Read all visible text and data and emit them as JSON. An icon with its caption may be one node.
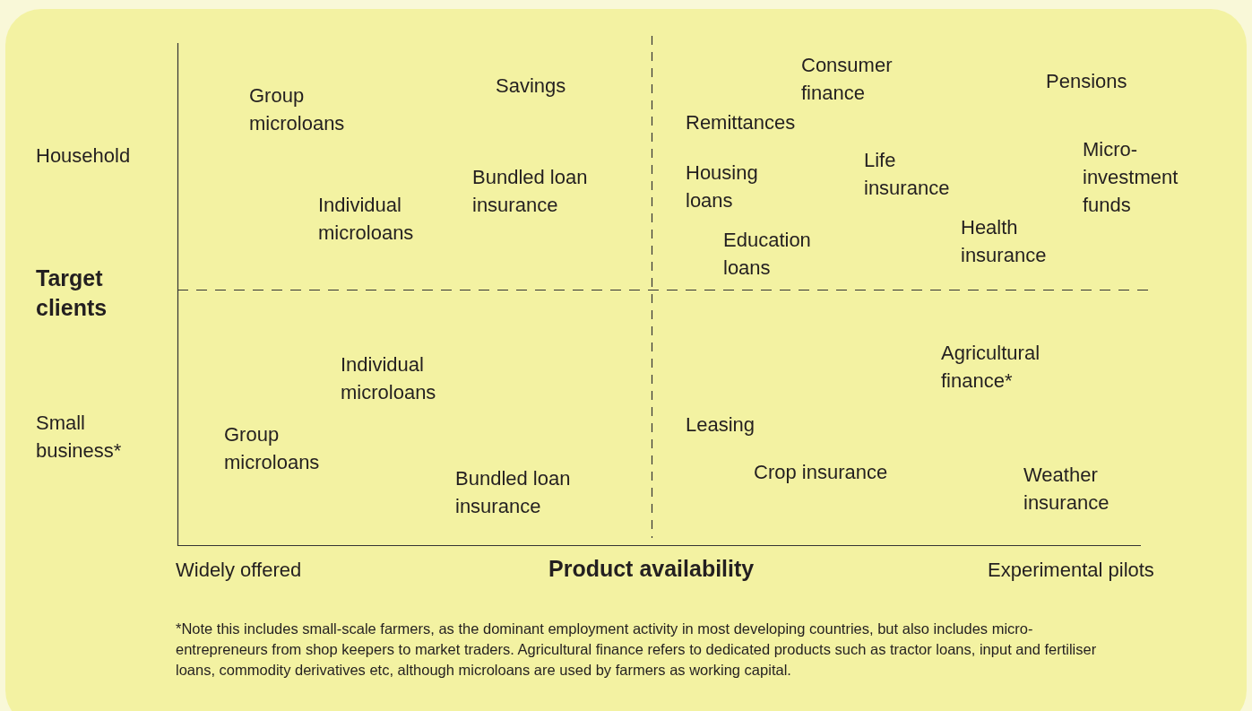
{
  "diagram": {
    "labels": [
      "Household",
      "Target clients",
      "Small business*",
      "Group microloans",
      "Savings",
      "Individual microloans",
      "Bundled loan insurance",
      "Consumer finance",
      "Pensions",
      "Remittances",
      "Micro- investment funds",
      "Housing loans",
      "Life insurance",
      "Education loans",
      "Health insurance",
      "Individual microloans",
      "Agricultural finance*",
      "Group microloans",
      "Leasing",
      "Bundled loan insurance",
      "Crop insurance",
      "Weather insurance",
      "Widely offered",
      "Product availability",
      "Experimental pilots",
      "*Note this includes small-scale farmers, as the dominant employment activity in most developing countries, but also includes micro-entrepreneurs from shop keepers to market traders. Agricultural finance refers to dedicated products such as tractor loans, input and fertiliser loans, commodity derivatives etc, although microloans are used by farmers as working capital."
    ]
  }
}
